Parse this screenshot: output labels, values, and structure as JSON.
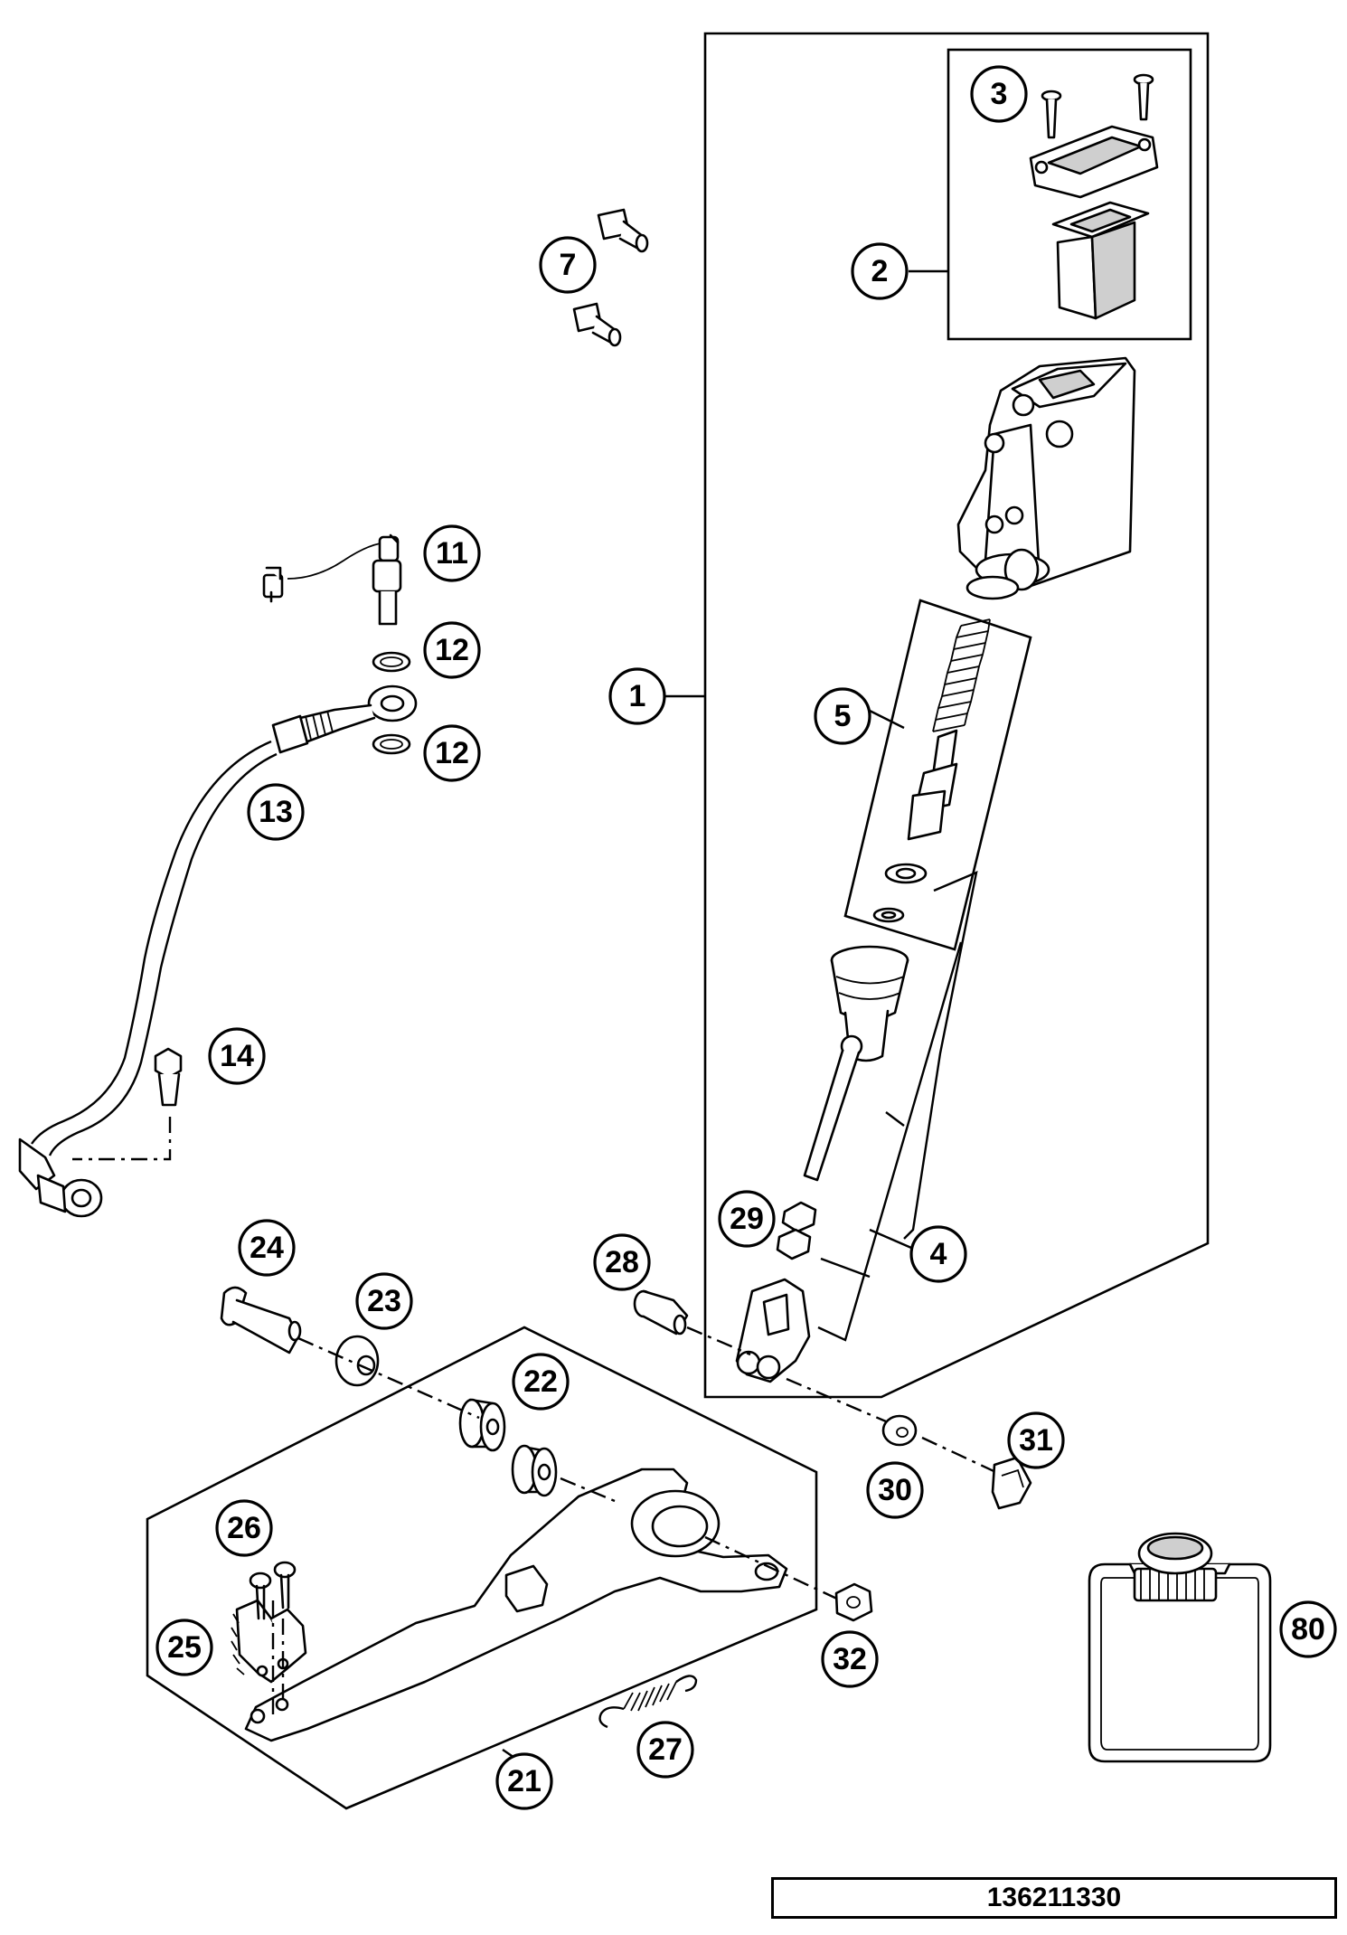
{
  "diagram": {
    "reference_number": "136211330",
    "callouts": [
      "1",
      "2",
      "3",
      "4",
      "5",
      "7",
      "11",
      "12",
      "12",
      "13",
      "14",
      "21",
      "22",
      "23",
      "24",
      "25",
      "26",
      "27",
      "28",
      "29",
      "30",
      "31",
      "32",
      "80"
    ]
  }
}
